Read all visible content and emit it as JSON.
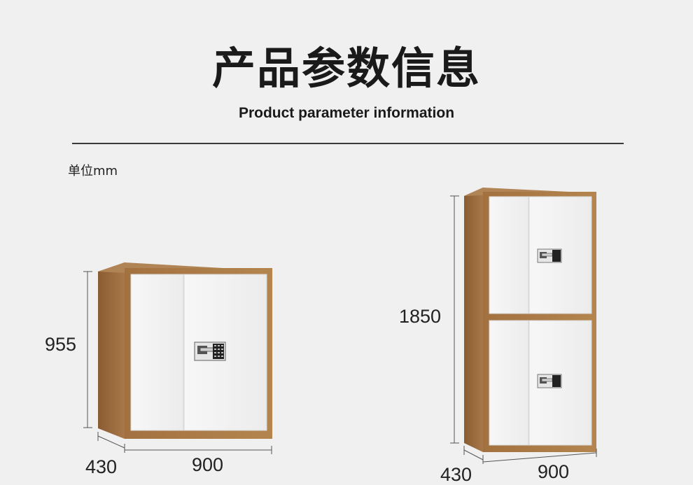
{
  "header": {
    "title_cn": "产品参数信息",
    "title_en": "Product parameter information"
  },
  "unit_label": "单位mm",
  "cabinets": [
    {
      "height": "955",
      "depth": "430",
      "width": "900"
    },
    {
      "height": "1850",
      "depth": "430",
      "width": "900"
    }
  ],
  "colors": {
    "frame": "#9b6a3c",
    "frame_dark": "#7a5028",
    "door": "#f4f4f4",
    "background": "#f0f0f0"
  }
}
